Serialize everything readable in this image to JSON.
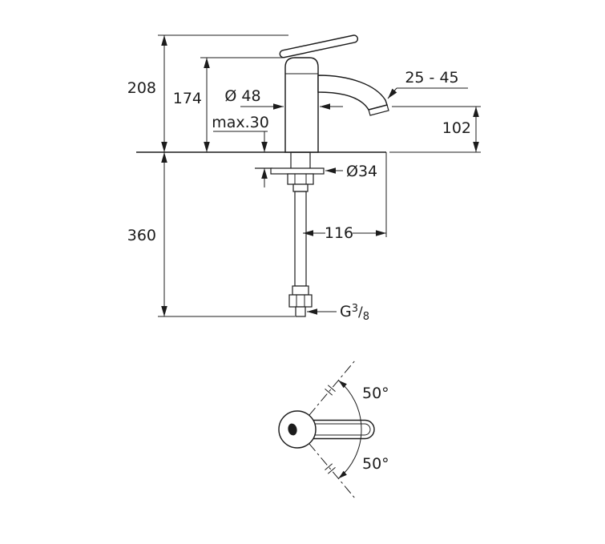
{
  "front_view": {
    "height_total": "208",
    "height_to_spout_top": "174",
    "body_diameter": "Ø 48",
    "max_mounting_thickness": "max.30",
    "aerator_angle_range": "25 - 45",
    "spout_outlet_height": "102",
    "hose_length": "360",
    "hole_diameter": "Ø34",
    "spout_reach": "116",
    "thread_prefix": "G",
    "thread_numerator": "3",
    "thread_slash": "/",
    "thread_denominator": "8"
  },
  "top_view": {
    "swivel_angle_upper": "50°",
    "swivel_angle_lower": "50°"
  },
  "colors": {
    "line": "#1c1c1c",
    "background": "#ffffff",
    "hatch": "#555555"
  }
}
